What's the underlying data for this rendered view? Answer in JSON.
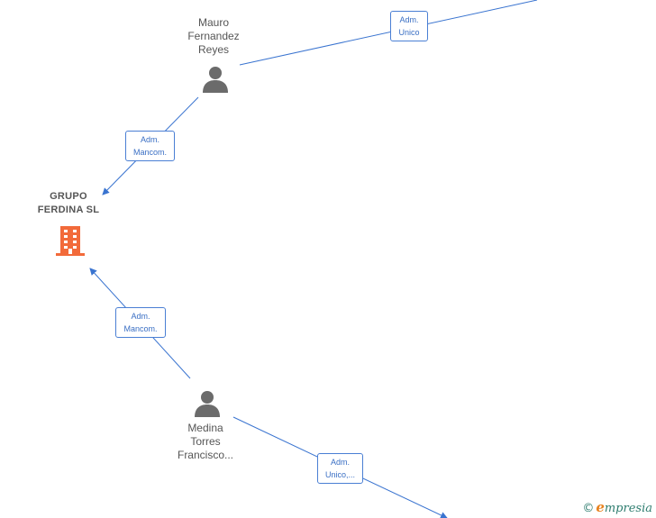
{
  "nodes": {
    "mauro": {
      "name": "Mauro\nFernandez\nReyes"
    },
    "grupo": {
      "name": "GRUPO\nFERDINA  SL"
    },
    "medina": {
      "name": "Medina\nTorres\nFrancisco..."
    }
  },
  "edges": {
    "mauro_unico": "Adm.\nUnico",
    "mauro_grupo": "Adm.\nMancom.",
    "medina_grupo": "Adm.\nMancom.",
    "medina_unico": "Adm.\nUnico,..."
  },
  "colors": {
    "edge": "#3a74d0",
    "person_icon": "#6b6b6b",
    "company_icon": "#f26a3a"
  },
  "icons": {
    "person": "person-icon",
    "company": "building-icon"
  },
  "watermark": {
    "symbol": "©",
    "brand_initial": "e",
    "brand_rest": "mpresia"
  }
}
